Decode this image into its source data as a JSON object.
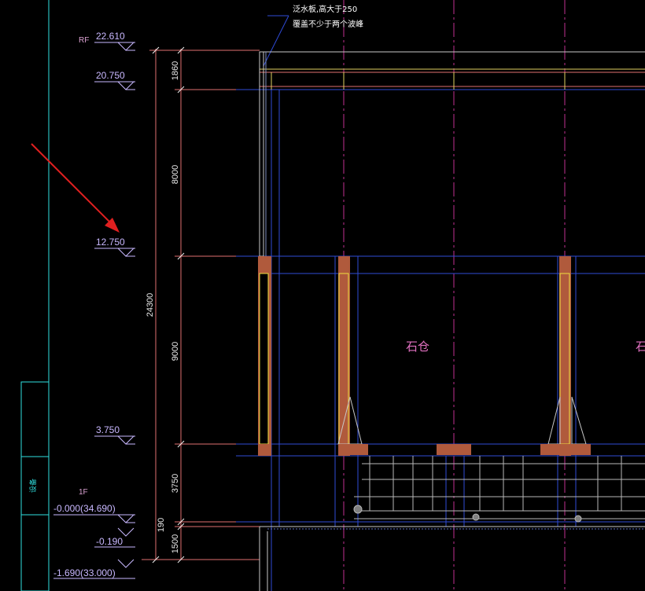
{
  "colors": {
    "background": "#000000",
    "elevation_text": "#c9b8ff",
    "dimension_line": "#e07070",
    "grid_blue": "#2f4bd6",
    "axis_magenta": "#c03090",
    "column_fill": "#b05a3c",
    "column_outline": "#f0e040",
    "title_block": "#30e0e0",
    "annotation_arrow": "#e02020"
  },
  "note": {
    "line1": "泛水板,高大于250",
    "line2": "覆盖不少于两个波峰"
  },
  "elevations": {
    "rf_tag": "RF",
    "rf": "22.610",
    "e20": "20.750",
    "e12": "12.750",
    "e3": "3.750",
    "f1_tag": "1F",
    "f1": "-0.000(34.690)",
    "e019": "-0.190",
    "base": "-1.690(33.000)"
  },
  "dimensions": {
    "d1860": "1860",
    "d8000": "8000",
    "d9000": "9000",
    "d3750": "3750",
    "d190": "190",
    "d1500": "1500",
    "total": "24300"
  },
  "rooms": {
    "bin1": "石仓",
    "bin2": "石"
  },
  "title_block": {
    "label": "设备"
  },
  "icons": {
    "arrow": "red-pointer-arrow"
  }
}
